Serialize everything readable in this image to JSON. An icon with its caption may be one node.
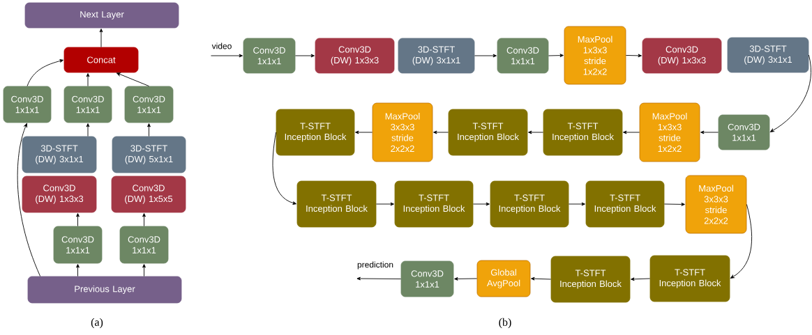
{
  "diagram": {
    "nodes": [
      {
        "text": [
          "Next Layer"
        ]
      },
      {
        "text": [
          "Concat"
        ]
      },
      {
        "text": [
          "Conv3D 1x1x1"
        ]
      },
      {
        "text": [
          "Conv3D 1x1x1"
        ]
      },
      {
        "text": [
          "Conv3D 1x1x1"
        ]
      },
      {
        "text": [
          "3D-STFT (DW) 3x1x1"
        ]
      },
      {
        "text": [
          "3D-STFT (DW) 5x1x1"
        ]
      },
      {
        "text": [
          "Conv3D (DW) 1x3x3"
        ]
      },
      {
        "text": [
          "Conv3D (DW) 1x5x5"
        ]
      },
      {
        "text": [
          "Conv3D 1x1x1"
        ]
      },
      {
        "text": [
          "Conv3D 1x1x1"
        ]
      },
      {
        "text": [
          "Previous Layer"
        ]
      },
      {
        "text": [
          "Conv3D 1x1x1"
        ]
      },
      {
        "text": [
          "Conv3D (DW) 1x3x3"
        ]
      },
      {
        "text": [
          "3D-STFT (DW) 3x1x1"
        ]
      },
      {
        "text": [
          "Conv3D 1x1x1"
        ]
      },
      {
        "text": [
          "MaxPool 1x3x3 stride 1x2x2"
        ]
      },
      {
        "text": [
          "Conv3D (DW) 1x3x3"
        ]
      },
      {
        "text": [
          "3D-STFT (DW) 3x1x1"
        ]
      },
      {
        "text": [
          "Conv3D 1x1x1"
        ]
      },
      {
        "text": [
          "MaxPool 1x3x3 stride 1x2x2"
        ]
      },
      {
        "text": [
          "T-STFT Inception Block"
        ]
      },
      {
        "text": [
          "T-STFT Inception Block"
        ]
      },
      {
        "text": [
          "MaxPool 3x3x3 stride 2x2x2"
        ]
      },
      {
        "text": [
          "T-STFT Inception Block"
        ]
      },
      {
        "text": [
          "T-STFT Inception Block"
        ]
      },
      {
        "text": [
          "T-STFT Inception Block"
        ]
      },
      {
        "text": [
          "T-STFT Inception Block"
        ]
      },
      {
        "text": [
          "T-STFT Inception Block"
        ]
      },
      {
        "text": [
          "MaxPool 3x3x3 stride 2x2x2"
        ]
      },
      {
        "text": [
          "T-STFT Inception Block"
        ]
      },
      {
        "text": [
          "T-STFT Inception Block"
        ]
      },
      {
        "text": [
          "Global AvgPool"
        ]
      },
      {
        "text": [
          "Conv3D 1x1x1"
        ]
      },
      {
        "text": [
          "video"
        ]
      },
      {
        "text": [
          "prediction"
        ]
      }
    ],
    "edges": [
      {
        "from": 11,
        "to": 2,
        "arrow": "to"
      },
      {
        "from": 11,
        "to": 9,
        "arrow": "to"
      },
      {
        "from": 11,
        "to": 10,
        "arrow": "to"
      },
      {
        "from": 9,
        "to": 7,
        "arrow": "to"
      },
      {
        "from": 10,
        "to": 8,
        "arrow": "to"
      },
      {
        "from": 5,
        "to": 3,
        "arrow": "to"
      },
      {
        "from": 6,
        "to": 4,
        "arrow": "to"
      },
      {
        "from": 2,
        "to": 1,
        "arrow": "to"
      },
      {
        "from": 3,
        "to": 1,
        "arrow": "to"
      },
      {
        "from": 4,
        "to": 1,
        "arrow": "to"
      },
      {
        "from": 1,
        "to": 0,
        "arrow": "to"
      },
      {
        "from": 34,
        "to": 12,
        "arrow": "to"
      },
      {
        "from": 12,
        "to": 13,
        "arrow": "to"
      },
      {
        "from": 14,
        "to": 15,
        "arrow": "to"
      },
      {
        "from": 15,
        "to": 16,
        "arrow": "to"
      },
      {
        "from": 16,
        "to": 17,
        "arrow": "to"
      },
      {
        "from": 18,
        "to": 19,
        "arrow": "to"
      },
      {
        "from": 19,
        "to": 20,
        "arrow": "to"
      },
      {
        "from": 20,
        "to": 21,
        "arrow": "to"
      },
      {
        "from": 21,
        "to": 22,
        "arrow": "to"
      },
      {
        "from": 22,
        "to": 23,
        "arrow": "to"
      },
      {
        "from": 23,
        "to": 24,
        "arrow": "to"
      },
      {
        "from": 24,
        "to": 25,
        "arrow": "to"
      },
      {
        "from": 25,
        "to": 26,
        "arrow": "to"
      },
      {
        "from": 26,
        "to": 27,
        "arrow": "to"
      },
      {
        "from": 27,
        "to": 28,
        "arrow": "to"
      },
      {
        "from": 28,
        "to": 29,
        "arrow": "to"
      },
      {
        "from": 29,
        "to": 30,
        "arrow": "to"
      },
      {
        "from": 30,
        "to": 31,
        "arrow": "to"
      },
      {
        "from": 31,
        "to": 32,
        "arrow": "to"
      },
      {
        "from": 32,
        "to": 33,
        "arrow": "to"
      },
      {
        "from": 33,
        "to": 35,
        "arrow": "to"
      }
    ],
    "labels": [
      "(a)",
      "(b)"
    ]
  }
}
